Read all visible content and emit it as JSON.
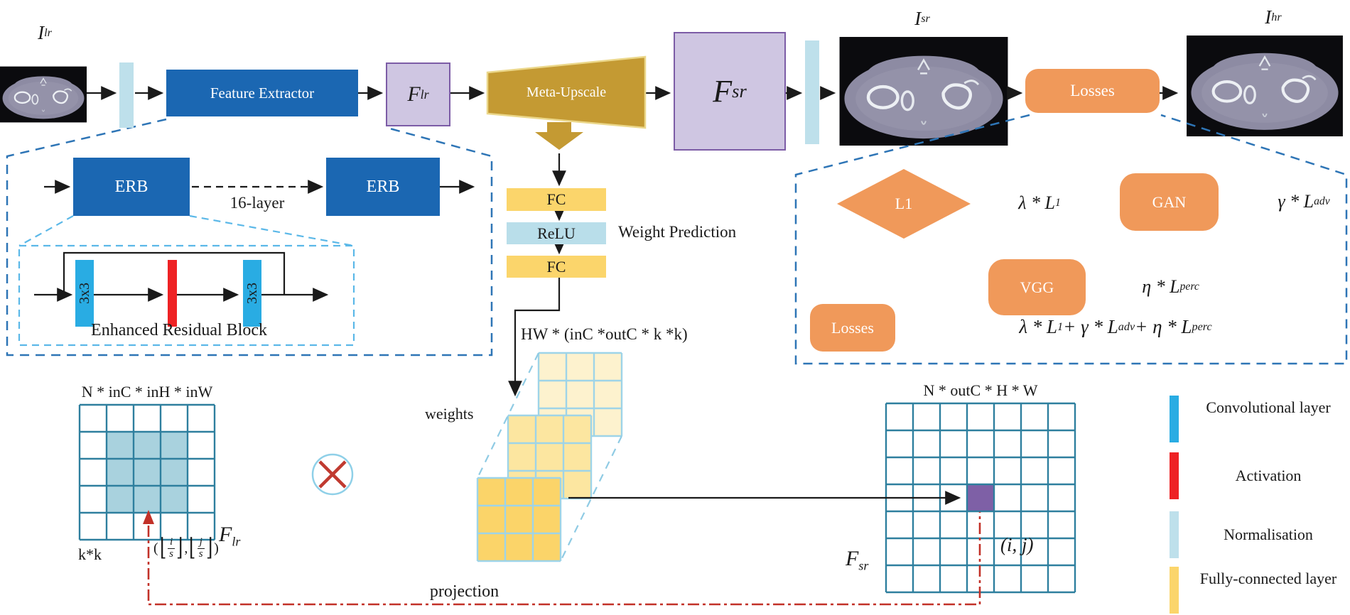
{
  "pipeline": {
    "input_label": {
      "base": "I",
      "sub": "lr"
    },
    "feature_extractor": "Feature Extractor",
    "flr": {
      "base": "F",
      "sub": "lr"
    },
    "meta_upscale": "Meta-Upscale",
    "fsr": {
      "base": "F",
      "sub": "sr"
    },
    "sr_label": {
      "base": "I",
      "sub": "sr"
    },
    "losses": "Losses",
    "hr_label": {
      "base": "I",
      "sub": "hr"
    }
  },
  "feature_extractor_detail": {
    "erb1": "ERB",
    "layers_label": "16-layer",
    "erb2": "ERB",
    "conv1": "3x3",
    "conv2": "3x3",
    "caption": "Enhanced Residual Block"
  },
  "weight_prediction": {
    "fc1": "FC",
    "relu": "ReLU",
    "fc2": "FC",
    "title": "Weight Prediction",
    "output_shape": "HW * (inC *outC * k *k)",
    "weights_label": "weights"
  },
  "losses_detail": {
    "l1_node": "L1",
    "l1_term": {
      "p": "λ * L",
      "s": "1"
    },
    "gan_node": "GAN",
    "gan_term": {
      "p": "γ * L",
      "s": "adv"
    },
    "vgg_node": "VGG",
    "vgg_term": {
      "p": "η * L",
      "s": "perc"
    },
    "losses_node": "Losses",
    "total": {
      "p1": "λ * L",
      "s1": "1",
      "p2": " + γ * L",
      "s2": "adv",
      "p3": " + η * L",
      "s3": "perc"
    }
  },
  "projection": {
    "input_shape": "N * inC * inH * inW",
    "kernel": "k*k",
    "floor_i": {
      "num": "i",
      "den": "s"
    },
    "floor_j": {
      "num": "j",
      "den": "s"
    },
    "flr": {
      "base": "F",
      "sub": "lr"
    },
    "label": "projection",
    "output_shape": "N * outC * H * W",
    "coord_sr": "(i, j)",
    "fsr": {
      "base": "F",
      "sub": "sr"
    }
  },
  "legend": {
    "items": [
      {
        "label": "Convolutional layer",
        "color": "#29ACE3"
      },
      {
        "label": "Activation",
        "color": "#EE2224"
      },
      {
        "label": "Normalisation",
        "color": "#BEE0EB"
      },
      {
        "label": "Fully-connected layer",
        "color": "#FBD56B"
      }
    ]
  },
  "colors": {
    "block_blue": "#1B67B2",
    "purple_fill": "#CFC6E2",
    "purple_border": "#7C5CA6",
    "gold": "#C49A33",
    "gold_border": "#EBD78A",
    "orange": "#F0995A",
    "conv_cyan": "#29ACE3",
    "activation_red": "#EE2224",
    "normalisation_blue": "#BEE0EB",
    "fc_yellow": "#FBD56B",
    "dashed_blue": "#2E75B6",
    "inner_dashed_blue": "#5BB8E8",
    "grid_teal": "#2E7F9E",
    "grid_shade": "#A9D2DE",
    "weights_back": "#FDF2CE",
    "weights_mid": "#FCE6A0",
    "weights_front": "#FBD469",
    "weights_border": "#9ED4E8",
    "projection_red": "#C23128",
    "purple_cell": "#7E60A6"
  }
}
